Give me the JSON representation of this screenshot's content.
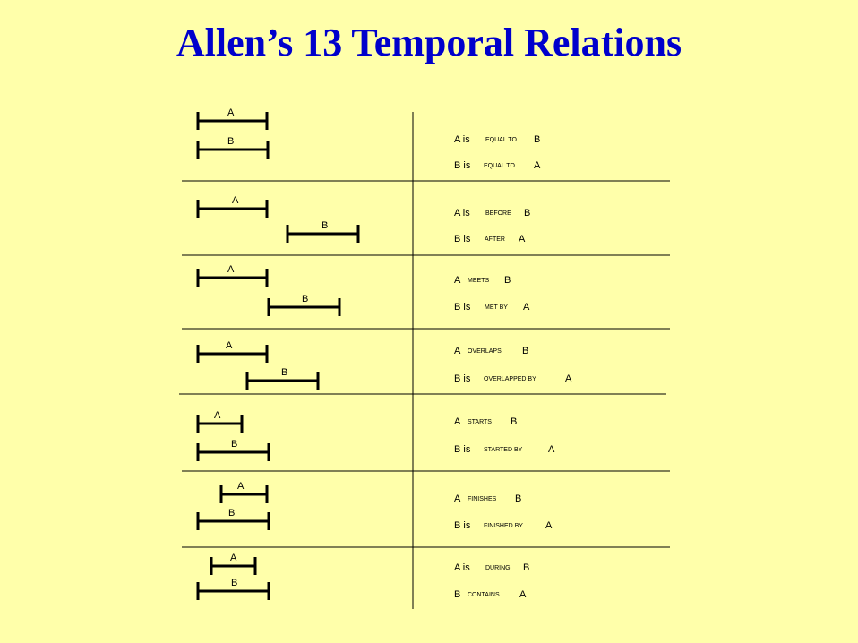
{
  "title": "Allen’s 13 Temporal Relations",
  "colors": {
    "background": "#ffffaa",
    "title": "#0000cc",
    "lines": "#000000"
  },
  "relations": [
    {
      "a_label": "A",
      "b_label": "B",
      "line1": [
        "A is",
        "EQUAL TO",
        "B"
      ],
      "line2": [
        "B is",
        "EQUAL TO",
        "A"
      ]
    },
    {
      "a_label": "A",
      "b_label": "B",
      "line1": [
        "A is",
        "BEFORE",
        "B"
      ],
      "line2": [
        "B is",
        "AFTER",
        "A"
      ]
    },
    {
      "a_label": "A",
      "b_label": "B",
      "line1": [
        "A",
        "MEETS",
        "B"
      ],
      "line2": [
        "B is",
        "MET BY",
        "A"
      ]
    },
    {
      "a_label": "A",
      "b_label": "B",
      "line1": [
        "A",
        "OVERLAPS",
        "B"
      ],
      "line2": [
        "B is",
        "OVERLAPPED BY",
        "A"
      ]
    },
    {
      "a_label": "A",
      "b_label": "B",
      "line1": [
        "A",
        "STARTS",
        "B"
      ],
      "line2": [
        "B is",
        "STARTED BY",
        "A"
      ]
    },
    {
      "a_label": "A",
      "b_label": "B",
      "line1": [
        "A",
        "FINISHES",
        "B"
      ],
      "line2": [
        "B is",
        "FINISHED BY",
        "A"
      ]
    },
    {
      "a_label": "A",
      "b_label": "B",
      "line1": [
        "A is",
        "DURING",
        "B"
      ],
      "line2": [
        "B",
        "CONTAINS",
        "A"
      ]
    }
  ]
}
